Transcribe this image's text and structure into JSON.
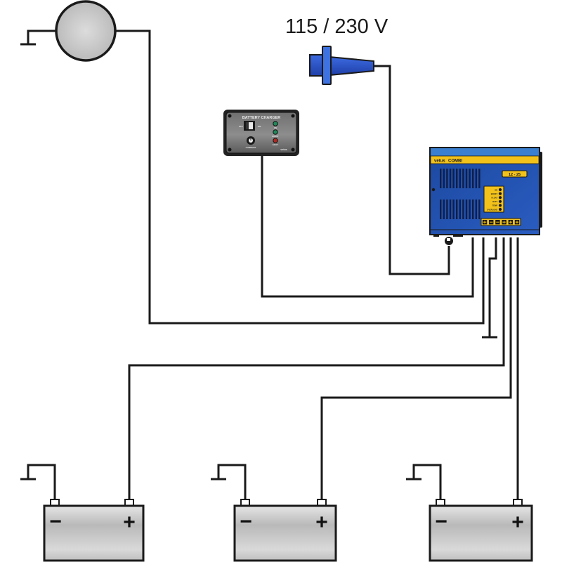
{
  "diagram": {
    "title": "Battery charger wiring diagram",
    "supply_voltage_label": "115 / 230 V"
  },
  "remote_panel": {
    "title": "BATTERY CHARGER",
    "switch_left_label": "OFF",
    "switch_right_label": "ON",
    "knob_label": "CURRENT",
    "leds": [
      {
        "label": "ON",
        "color": "#1f8a5a"
      },
      {
        "label": "BOOST",
        "color": "#1f8a5a"
      },
      {
        "label": "FAULT",
        "color": "#b02a22"
      }
    ],
    "brand": "vetus"
  },
  "charger": {
    "brand": "vetus",
    "model": "COMBI",
    "rating": "12 - 25",
    "status_labels": [
      "ON",
      "BOOST",
      "FLOAT",
      "BATT",
      "TEMP",
      "OVERLOAD"
    ],
    "terminal_labels": [
      "+",
      "−",
      "−",
      "+",
      "+",
      "+"
    ],
    "colors": {
      "body": "#1e4fa6",
      "top_band": "#3a7fd0",
      "label": "#f2c21b"
    }
  },
  "batteries": [
    {
      "negative_symbol": "−",
      "positive_symbol": "+"
    },
    {
      "negative_symbol": "−",
      "positive_symbol": "+"
    },
    {
      "negative_symbol": "−",
      "positive_symbol": "+"
    }
  ],
  "colors": {
    "wire": "#1a1a1a",
    "plug": "#2650c8",
    "battery_fill": "#c8c8c8",
    "lamp_fill": "#d2d2d2",
    "panel_fill": "#5a5a5a"
  }
}
